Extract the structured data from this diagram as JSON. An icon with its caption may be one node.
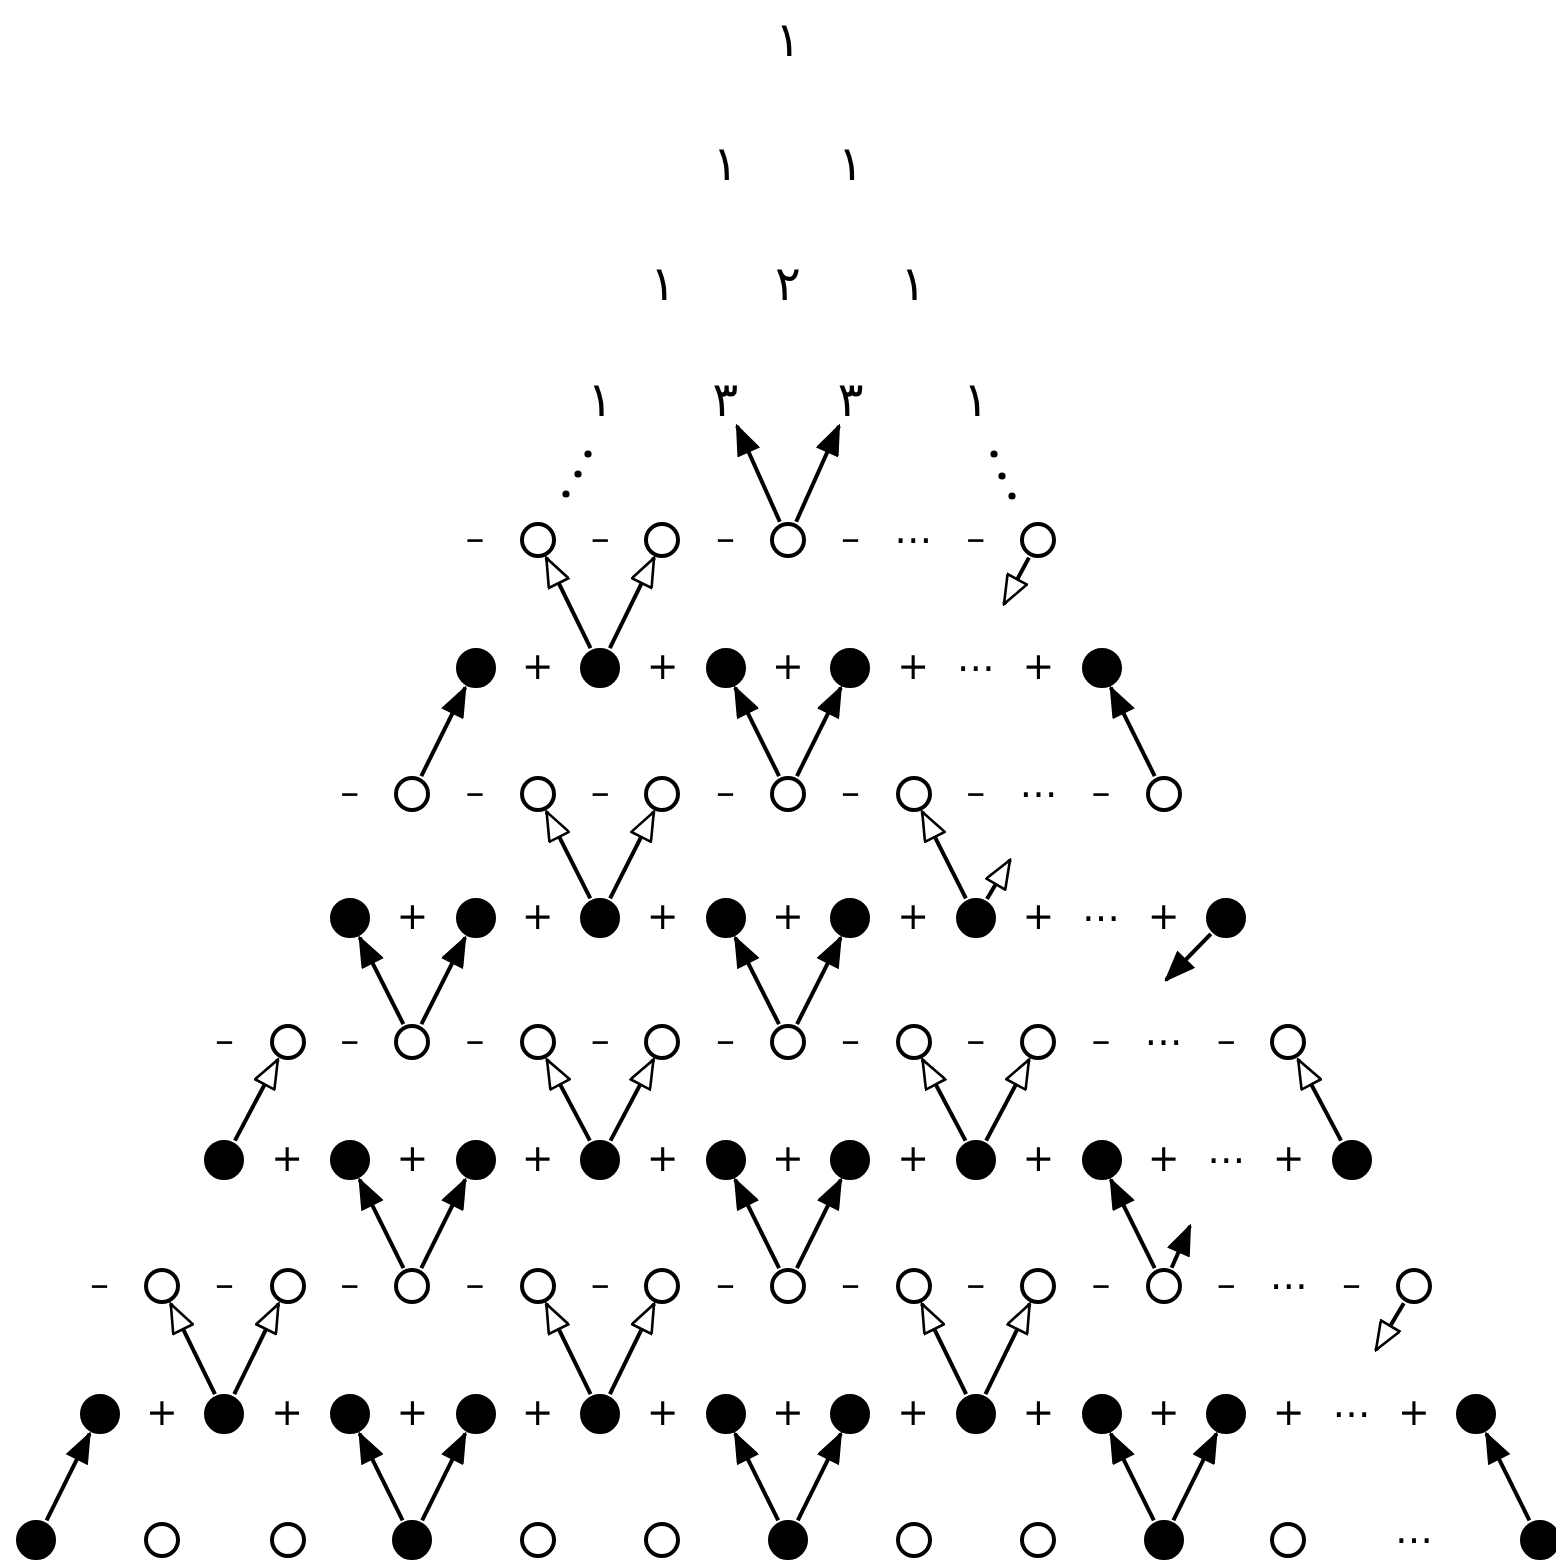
{
  "diagram": {
    "nodes": [
      {
        "text": [
          "٣"
        ]
      },
      {
        "text": [
          "٣"
        ]
      },
      {
        "text": [],
        "shape": "circle"
      },
      {
        "text": [],
        "shape": "circle"
      },
      {
        "text": [],
        "shape": "circle"
      },
      {
        "text": [],
        "shape": "circle"
      },
      {
        "text": [],
        "shape": "circle"
      },
      {
        "text": [],
        "shape": "circle"
      },
      {
        "text": [],
        "shape": "circle"
      },
      {
        "text": [],
        "shape": "circle"
      },
      {
        "text": [],
        "shape": "circle"
      },
      {
        "text": [],
        "shape": "circle"
      },
      {
        "text": [],
        "shape": "circle"
      },
      {
        "text": [],
        "shape": "circle"
      },
      {
        "text": [],
        "shape": "circle"
      },
      {
        "text": [],
        "shape": "circle"
      },
      {
        "text": [],
        "shape": "circle"
      },
      {
        "text": [],
        "shape": "circle"
      },
      {
        "text": [],
        "shape": "circle"
      },
      {
        "text": [],
        "shape": "circle"
      },
      {
        "text": [],
        "shape": "circle"
      },
      {
        "text": [],
        "shape": "circle"
      },
      {
        "text": [],
        "shape": "circle"
      },
      {
        "text": [],
        "shape": "circle"
      },
      {
        "text": [],
        "shape": "circle"
      },
      {
        "text": [],
        "shape": "circle"
      },
      {
        "text": [],
        "shape": "circle"
      },
      {
        "text": [],
        "shape": "circle"
      },
      {
        "text": [],
        "shape": "circle"
      },
      {
        "text": [],
        "shape": "circle"
      },
      {
        "text": [],
        "shape": "circle"
      },
      {
        "text": [],
        "shape": "circle"
      },
      {
        "text": [],
        "shape": "circle"
      },
      {
        "text": [],
        "shape": "circle"
      },
      {
        "text": [],
        "shape": "circle"
      },
      {
        "text": [],
        "shape": "circle"
      },
      {
        "text": [],
        "shape": "circle"
      },
      {
        "text": [],
        "shape": "circle"
      },
      {
        "text": [],
        "shape": "circle"
      },
      {
        "text": [],
        "shape": "circle"
      },
      {
        "text": [],
        "shape": "circle"
      },
      {
        "text": [],
        "shape": "circle"
      },
      {
        "text": [],
        "shape": "circle"
      },
      {
        "text": [],
        "shape": "circle"
      },
      {
        "text": [],
        "shape": "circle"
      },
      {
        "text": [],
        "shape": "circle"
      },
      {
        "text": [],
        "shape": "circle"
      },
      {
        "text": [],
        "shape": "circle"
      },
      {
        "text": [],
        "shape": "circle"
      },
      {
        "text": [],
        "shape": "circle"
      },
      {
        "text": [],
        "shape": "circle"
      },
      {
        "text": [],
        "shape": "circle"
      },
      {
        "text": [],
        "shape": "circle"
      },
      {
        "text": [],
        "shape": "circle"
      },
      {
        "text": [],
        "shape": "circle"
      },
      {
        "text": [],
        "shape": "circle"
      },
      {
        "text": [],
        "shape": "circle"
      },
      {
        "text": [],
        "shape": "circle"
      },
      {
        "text": [],
        "shape": "circle"
      },
      {
        "text": [],
        "shape": "circle"
      },
      {
        "text": [],
        "shape": "circle"
      },
      {
        "text": [],
        "shape": "circle"
      },
      {
        "text": [],
        "shape": "circle"
      },
      {
        "text": [],
        "shape": "circle"
      },
      {
        "text": [],
        "shape": "circle"
      },
      {
        "text": [],
        "shape": "circle"
      },
      {
        "text": [],
        "shape": "circle"
      },
      {
        "text": [],
        "shape": "circle"
      },
      {
        "text": [],
        "shape": "circle"
      },
      {
        "text": [],
        "shape": "circle"
      },
      {
        "text": [],
        "shape": "circle"
      },
      {
        "text": [],
        "shape": "circle"
      },
      {
        "text": [],
        "shape": "circle"
      },
      {
        "text": [],
        "shape": "circle"
      }
    ],
    "edges": [
      {
        "from": 4,
        "to": 0,
        "arrow": "to"
      },
      {
        "from": 4,
        "to": 1,
        "arrow": "to"
      },
      {
        "from": 7,
        "to": 2,
        "arrow": "to"
      },
      {
        "from": 7,
        "to": 3,
        "arrow": "to"
      },
      {
        "from": 5,
        "to": null,
        "arrow": "to"
      },
      {
        "from": 11,
        "to": 6,
        "arrow": "to"
      },
      {
        "from": 14,
        "to": 8,
        "arrow": "to"
      },
      {
        "from": 14,
        "to": 9,
        "arrow": "to"
      },
      {
        "from": 16,
        "to": 10,
        "arrow": "to"
      },
      {
        "from": 19,
        "to": 12,
        "arrow": "to"
      },
      {
        "from": 19,
        "to": 13,
        "arrow": "to"
      },
      {
        "from": 22,
        "to": 15,
        "arrow": "to"
      },
      {
        "from": 22,
        "to": null,
        "arrow": "to"
      },
      {
        "from": 25,
        "to": 17,
        "arrow": "to"
      },
      {
        "from": 25,
        "to": 18,
        "arrow": "to"
      },
      {
        "from": 28,
        "to": 20,
        "arrow": "to"
      },
      {
        "from": 28,
        "to": 21,
        "arrow": "to"
      },
      {
        "from": 23,
        "to": null,
        "arrow": "to"
      },
      {
        "from": 32,
        "to": 24,
        "arrow": "to"
      },
      {
        "from": 35,
        "to": 26,
        "arrow": "to"
      },
      {
        "from": 35,
        "to": 27,
        "arrow": "to"
      },
      {
        "from": 38,
        "to": 29,
        "arrow": "to"
      },
      {
        "from": 38,
        "to": 30,
        "arrow": "to"
      },
      {
        "from": 40,
        "to": 31,
        "arrow": "to"
      },
      {
        "from": 43,
        "to": 33,
        "arrow": "to"
      },
      {
        "from": 43,
        "to": 34,
        "arrow": "to"
      },
      {
        "from": 46,
        "to": 36,
        "arrow": "to"
      },
      {
        "from": 46,
        "to": 37,
        "arrow": "to"
      },
      {
        "from": 49,
        "to": 39,
        "arrow": "to"
      },
      {
        "from": 49,
        "to": null,
        "arrow": "to"
      },
      {
        "from": 52,
        "to": 41,
        "arrow": "to"
      },
      {
        "from": 52,
        "to": 42,
        "arrow": "to"
      },
      {
        "from": 55,
        "to": 44,
        "arrow": "to"
      },
      {
        "from": 55,
        "to": 45,
        "arrow": "to"
      },
      {
        "from": 58,
        "to": 47,
        "arrow": "to"
      },
      {
        "from": 58,
        "to": 48,
        "arrow": "to"
      },
      {
        "from": 50,
        "to": null,
        "arrow": "to"
      },
      {
        "from": 62,
        "to": 51,
        "arrow": "to"
      },
      {
        "from": 65,
        "to": 53,
        "arrow": "to"
      },
      {
        "from": 65,
        "to": 54,
        "arrow": "to"
      },
      {
        "from": 68,
        "to": 56,
        "arrow": "to"
      },
      {
        "from": 68,
        "to": 57,
        "arrow": "to"
      },
      {
        "from": 71,
        "to": 59,
        "arrow": "to"
      },
      {
        "from": 71,
        "to": 60,
        "arrow": "to"
      },
      {
        "from": 73,
        "to": 61,
        "arrow": "to"
      }
    ],
    "labels": [
      "١",
      "١",
      "١",
      "١",
      "٢",
      "١",
      "١",
      "١",
      "–",
      "–",
      "–",
      "–",
      "…",
      "–",
      "+",
      "+",
      "+",
      "+",
      "…",
      "+",
      "–",
      "–",
      "–",
      "–",
      "–",
      "–",
      "…",
      "–",
      "+",
      "+",
      "+",
      "+",
      "+",
      "+",
      "…",
      "+",
      "–",
      "–",
      "–",
      "–",
      "–",
      "–",
      "–",
      "–",
      "…",
      "–",
      "+",
      "+",
      "+",
      "+",
      "+",
      "+",
      "+",
      "+",
      "…",
      "+",
      "–",
      "–",
      "–",
      "–",
      "–",
      "–",
      "–",
      "–",
      "–",
      "–",
      "…",
      "–",
      "+",
      "+",
      "+",
      "+",
      "+",
      "+",
      "+",
      "+",
      "+",
      "+",
      "…",
      "+",
      "…"
    ]
  }
}
